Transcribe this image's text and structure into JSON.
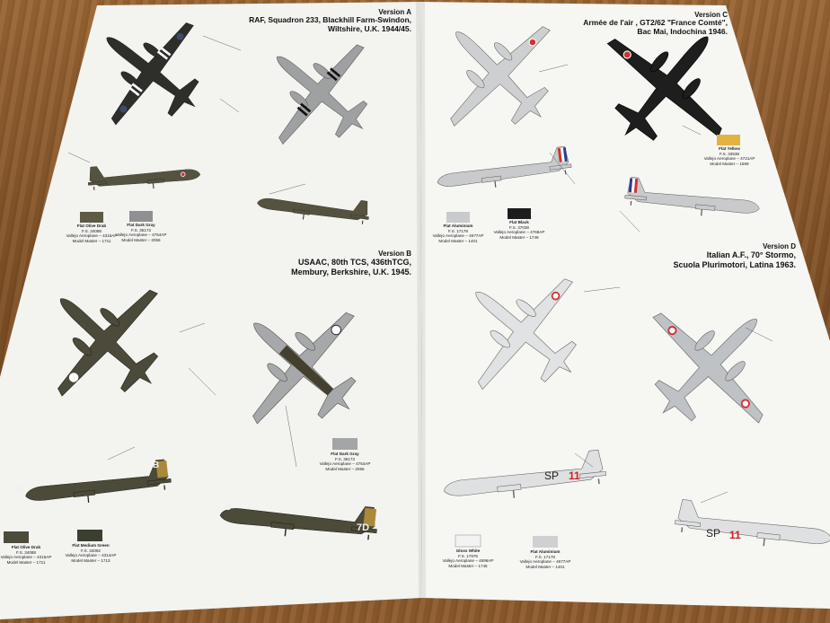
{
  "versions": {
    "a": {
      "label": "Version A",
      "lines": [
        "RAF, Squadron 233, Blackhill Farm-Swindon,",
        "Wiltshire, U.K. 1944/45."
      ]
    },
    "b": {
      "label": "Version B",
      "lines": [
        "USAAC, 80th TCS, 436thTCG,",
        "Membury, Berkshire, U.K. 1945."
      ]
    },
    "c": {
      "label": "Version C",
      "lines": [
        "Armée de l'air , GT2/62 \"France Comté\",",
        "Bac Mai, Indochina 1946."
      ]
    },
    "d": {
      "label": "Version D",
      "lines": [
        "Italian A.F., 70° Stormo,",
        "Scuola Plurimotori, Latina 1963."
      ]
    }
  },
  "swatches": {
    "a1": {
      "name": "Flat Olive Drab",
      "fs": "F.S. 34088",
      "vallejo": "Vallejo Aeroplane – 4315AP",
      "mm": "Model Master – 1711",
      "color": "#5d5a46"
    },
    "a2": {
      "name": "Flat Dark Gray",
      "fs": "F.S. 36173",
      "vallejo": "Vallejo Aeroplane – 4754AP",
      "mm": "Model Master – 2056",
      "color": "#8e9092"
    },
    "b1": {
      "name": "Flat Dark Gray",
      "fs": "F.S. 36173",
      "vallejo": "Vallejo Aeroplane – 4754AP",
      "mm": "Model Master – 2056",
      "color": "#a3a5a7"
    },
    "b2": {
      "name": "Flat Olive Drab",
      "fs": "F.S. 34088",
      "vallejo": "Vallejo Aeroplane – 4315AP",
      "mm": "Model Master – 1711",
      "color": "#4d4b3c"
    },
    "b3": {
      "name": "Flat Medium Green",
      "fs": "F.S. 34092",
      "vallejo": "Vallejo Aeroplane – 4314AP",
      "mm": "Model Master – 1713",
      "color": "#3a3f30"
    },
    "c1": {
      "name": "Flat Aluminium",
      "fs": "F.S. 17178",
      "vallejo": "Vallejo Aeroplane – 4677AP",
      "mm": "Model Master – 1401",
      "color": "#c9cacb"
    },
    "c2": {
      "name": "Flat Black",
      "fs": "F.S. 37038",
      "vallejo": "Vallejo Aeroplane – 4768AP",
      "mm": "Model Master – 1749",
      "color": "#1d1d1d"
    },
    "c3": {
      "name": "Flat Yellow",
      "fs": "F.S. 33538",
      "vallejo": "Vallejo Aeroplane – 4721AP",
      "mm": "Model Master – 1569",
      "color": "#e3b240"
    },
    "d1": {
      "name": "Gloss White",
      "fs": "F.S. 17875",
      "vallejo": "Vallejo Aeroplane – 4696AP",
      "mm": "Model Master – 1745",
      "color": "#f3f3f3"
    },
    "d2": {
      "name": "Flat Aluminium",
      "fs": "F.S. 17178",
      "vallejo": "Vallejo Aeroplane – 4677AP",
      "mm": "Model Master – 1401",
      "color": "#cfd0d1"
    }
  },
  "markings": {
    "seven_d": "7D",
    "b": "B",
    "sp": "SP",
    "eleven": "11"
  },
  "colors": {
    "paper": "#f4f4f1",
    "olive": "#56533f",
    "grey": "#a7a9ab",
    "black": "#1e1e1e",
    "silver": "#cfd1d3"
  }
}
